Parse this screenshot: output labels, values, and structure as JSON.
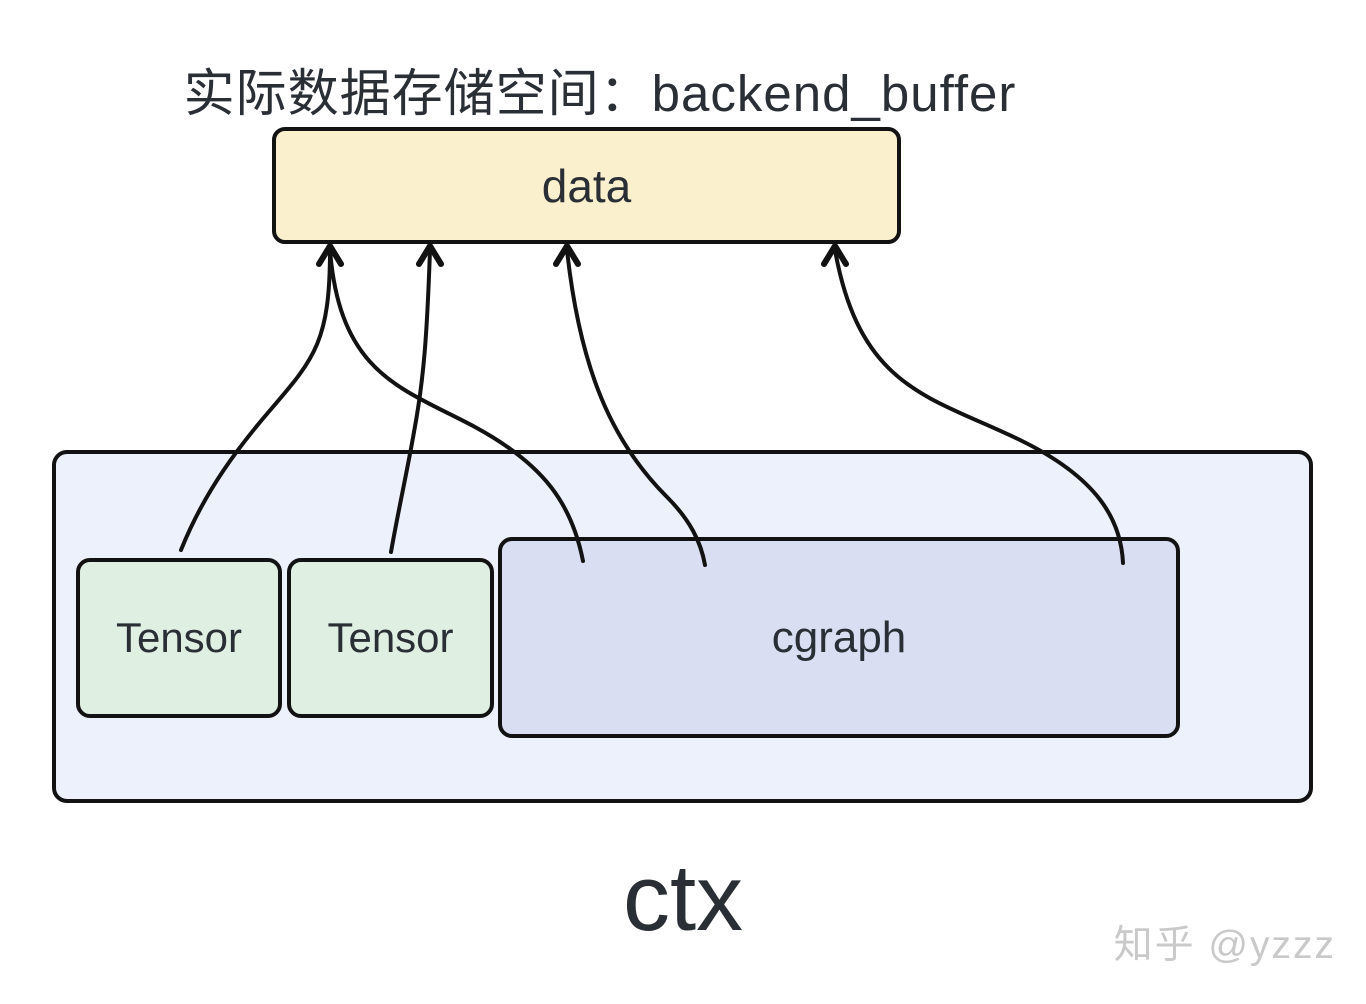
{
  "title": "实际数据存储空间：backend_buffer",
  "boxes": {
    "data_label": "data",
    "tensor1_label": "Tensor",
    "tensor2_label": "Tensor",
    "cgraph_label": "cgraph",
    "ctx_label": "ctx"
  },
  "arrows": [
    {
      "from": "Tensor (left)",
      "to": "data"
    },
    {
      "from": "Tensor (right)",
      "to": "data"
    },
    {
      "from": "cgraph (left)",
      "to": "data"
    },
    {
      "from": "cgraph (middle)",
      "to": "data"
    },
    {
      "from": "cgraph (right)",
      "to": "data"
    }
  ],
  "watermark": "知乎 @yzzz",
  "colors": {
    "bg": "#ffffff",
    "data_fill": "#faf0cd",
    "tensor_fill": "#dff0e3",
    "cgraph_fill": "#d9def2",
    "ctx_fill": "#edf1fb",
    "stroke": "#121212",
    "text": "#2a2e35",
    "watermark": "#c9c9c9"
  }
}
